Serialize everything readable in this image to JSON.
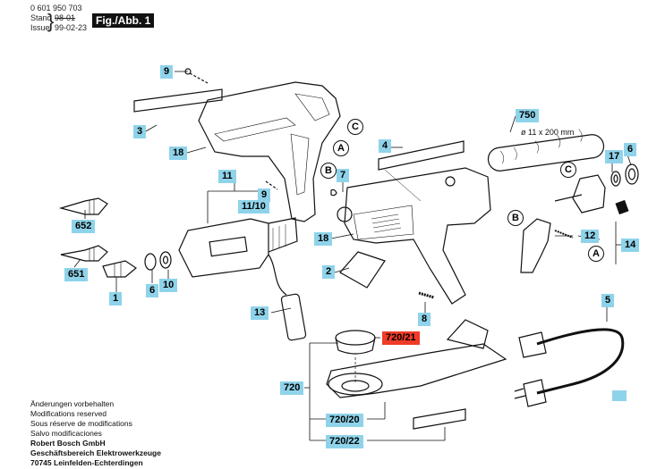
{
  "header": {
    "part_number": "0 601 950 703",
    "stand_label": "Stand",
    "stand_value": "98-01",
    "issue_label": "Issue",
    "issue_value": "99-02-23",
    "figure_label": "Fig./Abb. 1"
  },
  "callouts": {
    "p9_top": "9",
    "p3": "3",
    "p18_top": "18",
    "p4": "4",
    "p750": "750",
    "p6_right": "6",
    "p17": "17",
    "p11": "11",
    "p9_mid": "9",
    "p1110": "11/10",
    "p7": "7",
    "p18_mid": "18",
    "p652": "652",
    "p651": "651",
    "p6_left": "6",
    "p10": "10",
    "p1": "1",
    "p2": "2",
    "p12": "12",
    "p14": "14",
    "p13": "13",
    "p8": "8",
    "p5": "5",
    "p72021": "720/21",
    "p720": "720",
    "p72020": "720/20",
    "p72022": "720/22"
  },
  "letters": {
    "c_top": "C",
    "a_top": "A",
    "b_mid": "B",
    "c_right": "C",
    "b_right": "B",
    "a_right": "A"
  },
  "dimension": "ø 11 x 200 mm",
  "footer": {
    "line1": "Änderungen vorbehalten",
    "line2": "Modifications reserved",
    "line3": "Sous réserve de modifications",
    "line4": "Salvo modificaciones",
    "company": "Robert Bosch GmbH",
    "division": "Geschäftsbereich Elektrowerkzeuge",
    "address": "70745 Leinfelden-Echterdingen"
  },
  "colors": {
    "callout": "#8fd3ea",
    "callout_highlight": "#f03c28"
  }
}
